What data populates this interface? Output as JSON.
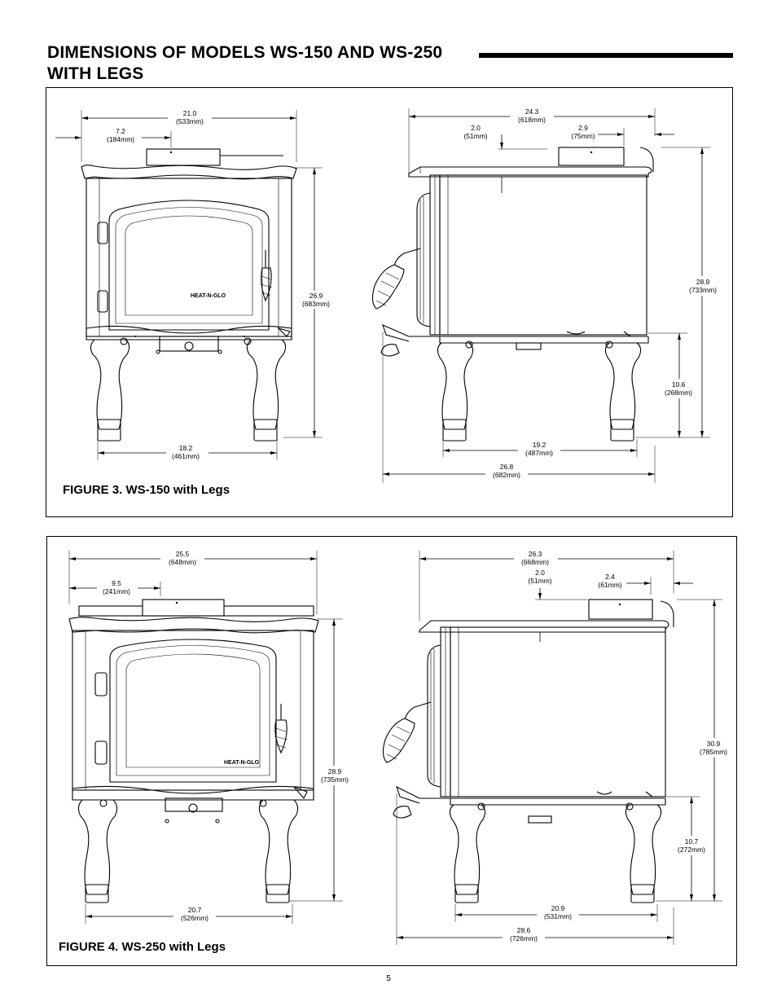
{
  "page": {
    "title_line1": "DIMENSIONS OF MODELS WS-150 AND WS-250",
    "title_line2": "WITH LEGS",
    "page_number": "5"
  },
  "logo_text": "HEAT-N-GLO",
  "figure3": {
    "caption": "FIGURE 3.  WS-150 with Legs",
    "front": {
      "overall_width": [
        "21.0",
        "(533mm)"
      ],
      "flue_offset": [
        "7.2",
        "(184mm)"
      ],
      "height_to_top": [
        "26.9",
        "(683mm)"
      ],
      "leg_span": [
        "18.2",
        "(461mm)"
      ]
    },
    "side": {
      "overall_depth": [
        "24.3",
        "(618mm)"
      ],
      "top_front": [
        "2.0",
        "(51mm)"
      ],
      "flue_rear": [
        "2.9",
        "(75mm)"
      ],
      "total_height": [
        "28.9",
        "(733mm)"
      ],
      "leg_height": [
        "10.6",
        "(268mm)"
      ],
      "leg_span": [
        "19.2",
        "(487mm)"
      ],
      "base_depth": [
        "26.8",
        "(682mm)"
      ]
    }
  },
  "figure4": {
    "caption": "FIGURE 4.   WS-250 with Legs",
    "front": {
      "overall_width": [
        "25.5",
        "(648mm)"
      ],
      "flue_offset": [
        "9.5",
        "(241mm)"
      ],
      "height_to_top": [
        "28.9",
        "(735mm)"
      ],
      "leg_span": [
        "20.7",
        "(526mm)"
      ]
    },
    "side": {
      "overall_depth": [
        "26.3",
        "(668mm)"
      ],
      "top_front": [
        "2.0",
        "(51mm)"
      ],
      "flue_rear": [
        "2.4",
        "(61mm)"
      ],
      "total_height": [
        "30.9",
        "(785mm)"
      ],
      "leg_height": [
        "10.7",
        "(272mm)"
      ],
      "leg_span": [
        "20.9",
        "(531mm)"
      ],
      "base_depth": [
        "28.6",
        "(726mm)"
      ]
    }
  }
}
